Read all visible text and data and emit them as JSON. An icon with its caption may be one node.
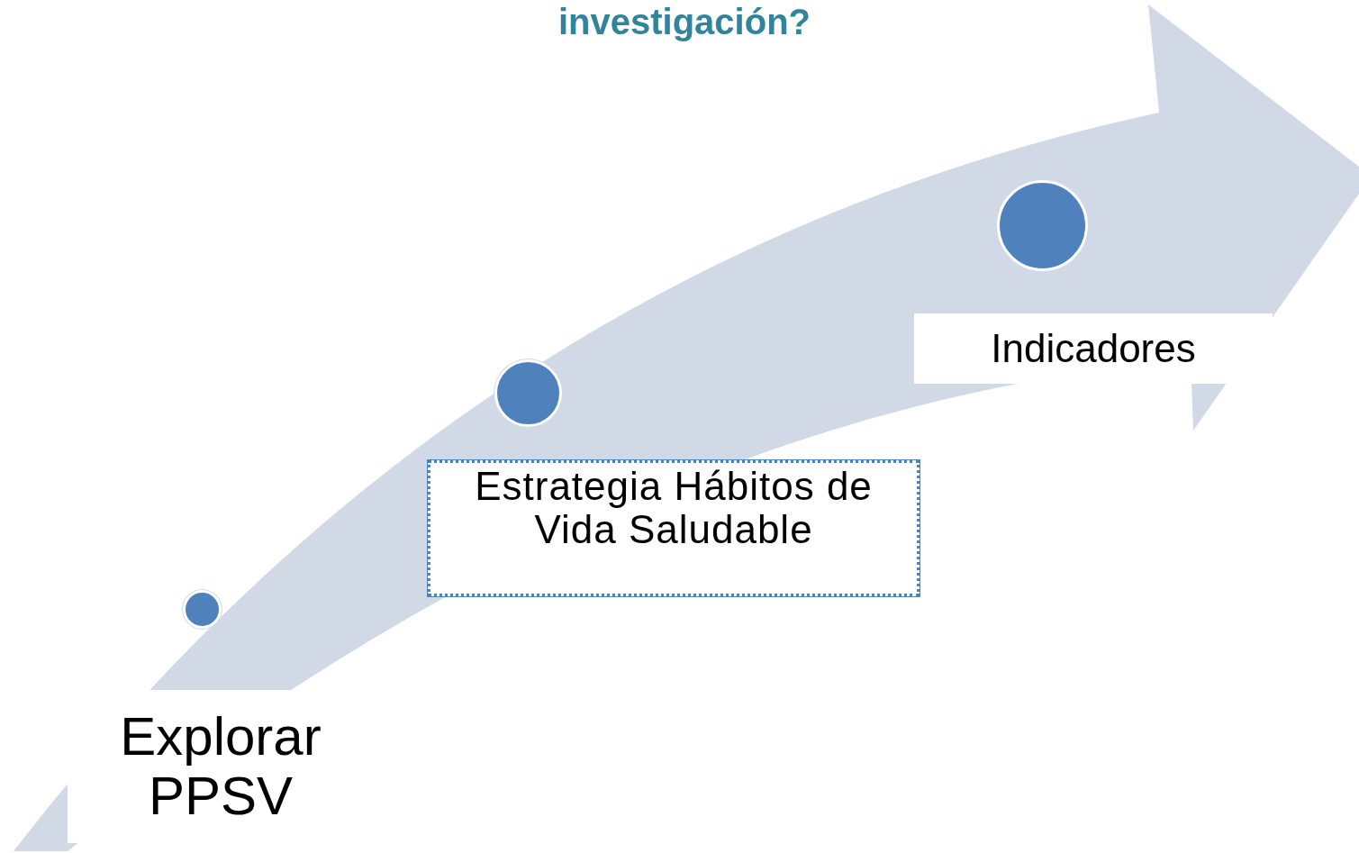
{
  "diagram": {
    "title": "investigación?",
    "nodes": [
      {
        "text": [],
        "shape": "circle"
      },
      {
        "text": [
          "Explorar PPSV"
        ]
      },
      {
        "text": [],
        "shape": "circle"
      },
      {
        "text": [
          "Estrategia Hábitos de Vida Saludable"
        ]
      },
      {
        "text": [],
        "shape": "circle"
      },
      {
        "text": [
          "Indicadores"
        ]
      }
    ]
  }
}
